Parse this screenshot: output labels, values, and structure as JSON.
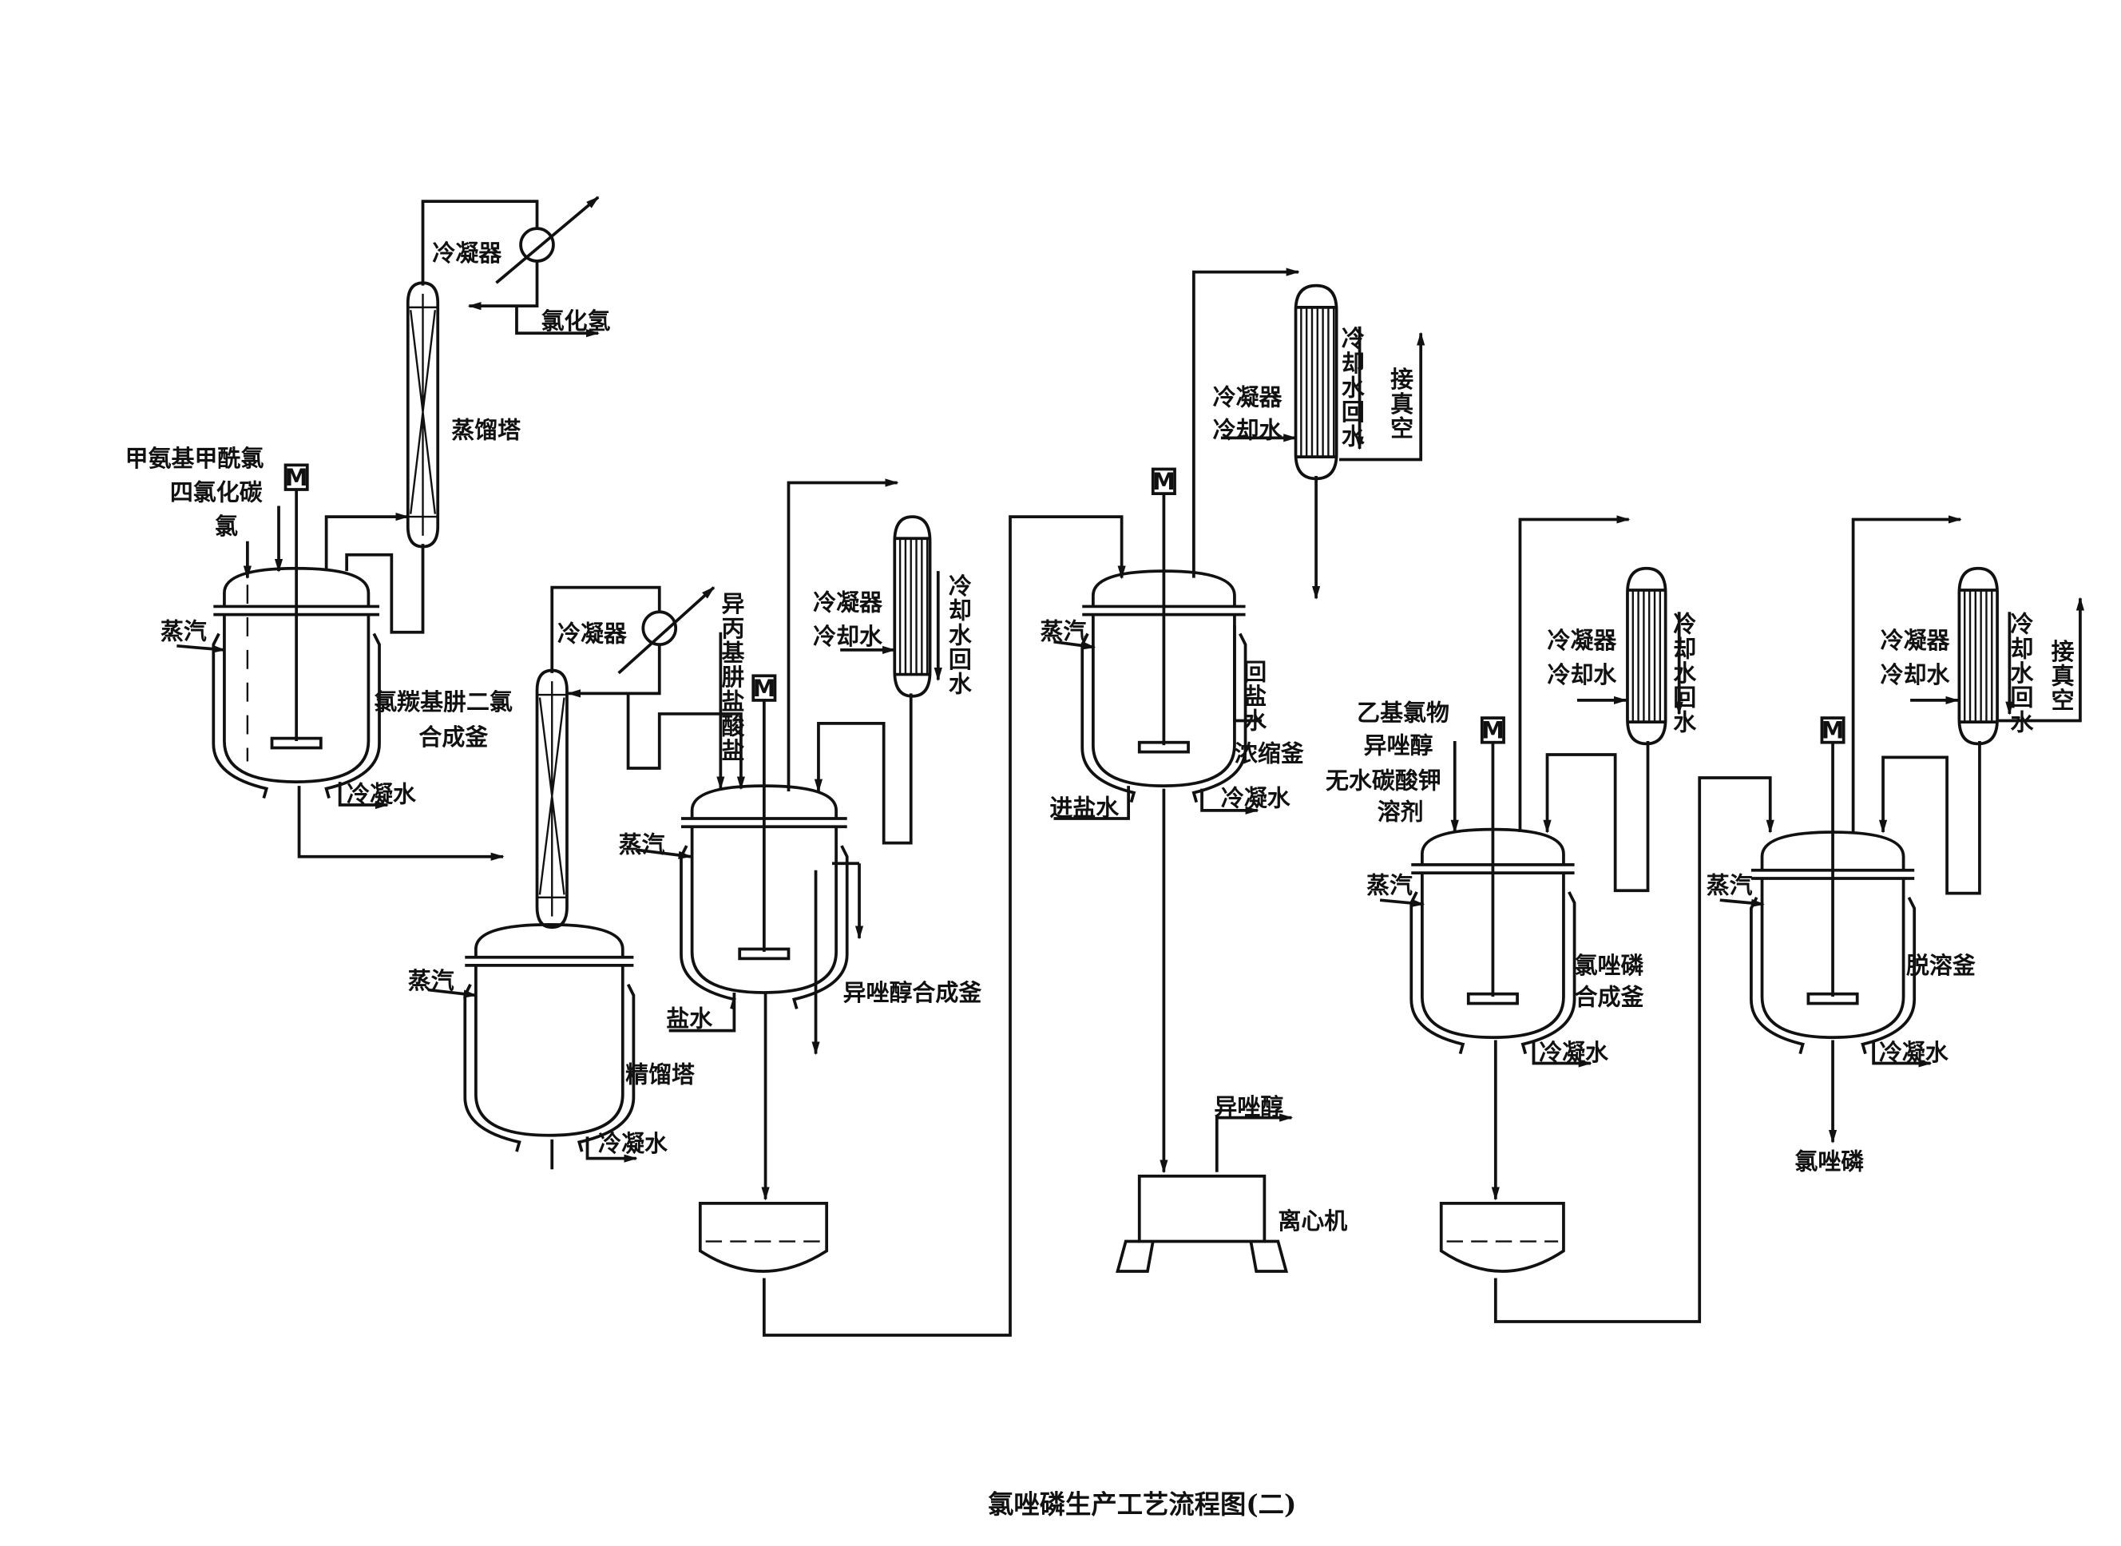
{
  "title": "氯唑磷生产工艺流程图(二)",
  "labels": {
    "condenser": "冷凝器",
    "cooling_water": "冷却水",
    "cooling_water_return": "冷却水回水",
    "steam": "蒸汽",
    "condensate": "冷凝水",
    "vacuum": "接真空",
    "hcl": "氯化氢",
    "distillation_tower": "蒸馏塔",
    "feed1": "甲氨基甲酰氯",
    "feed2": "四氯化碳",
    "feed3": "氯",
    "reactor1_a": "氯羰基肼二氯",
    "reactor1_b": "合成釜",
    "isopropyl_hydrazine": "异丙基肼盐酸盐",
    "brine": "盐水",
    "reactor2": "异唑醇合成釜",
    "rectifier": "精馏塔",
    "return_brine": "回盐水",
    "concentrator": "浓缩釜",
    "brine_in": "进盐水",
    "isoxazolol": "异唑醇",
    "centrifuge": "离心机",
    "feed4": "乙基氯物",
    "feed5": "异唑醇",
    "feed6": "无水碳酸钾",
    "feed7": "溶剂",
    "reactor3_a": "氯唑磷",
    "reactor3_b": "合成釜",
    "desolvent": "脱溶釜",
    "product": "氯唑磷",
    "motor": "M"
  }
}
